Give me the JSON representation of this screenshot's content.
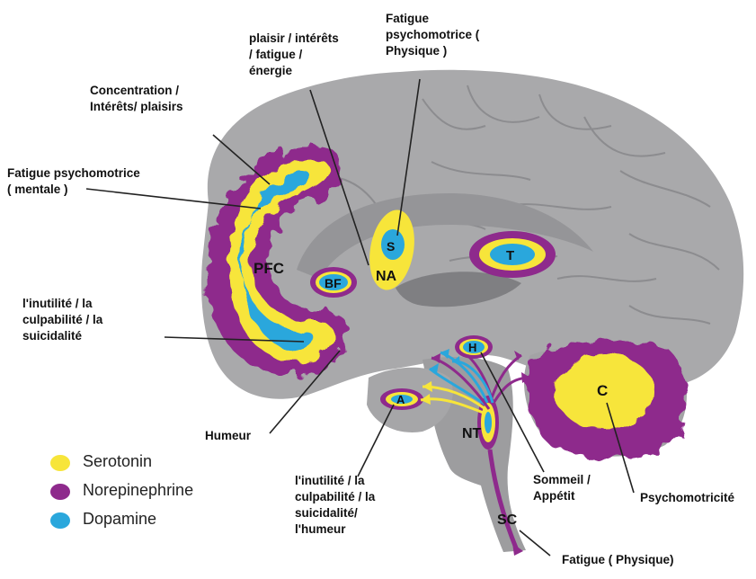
{
  "colors": {
    "serotonin": "#f7e53a",
    "norepinephrine": "#8e2a8c",
    "dopamine": "#2aa7dc",
    "brain": "#a7a7a9",
    "brain_dark": "#8f8f92",
    "white": "#ffffff"
  },
  "legend": {
    "serotonin": "Serotonin",
    "norepinephrine": "Norepinephrine",
    "dopamine": "Dopamine"
  },
  "regions": {
    "pfc": "PFC",
    "bf": "BF",
    "s": "S",
    "na": "NA",
    "t": "T",
    "h": "H",
    "a": "A",
    "nt": "NT",
    "c": "C",
    "sc": "SC"
  },
  "labels": {
    "concentration": "Concentration /\nIntérêts/ plaisirs",
    "plaisir": "plaisir / intérêts\n/ fatigue /\nénergie",
    "fatigue_physique_top": "Fatigue\npsychomotrice (\nPhysique )",
    "fatigue_mentale": "Fatigue psychomotrice\n( mentale )",
    "inutilite_left": "l'inutilité / la\nculpabilité / la\nsuicidalité",
    "humeur": "Humeur",
    "inutilite_bottom": "l'inutilité / la\nculpabilité / la\nsuicidalité/\nl'humeur",
    "sommeil": "Sommeil /\nAppétit",
    "psychomotricite": "Psychomotricité",
    "fatigue_physique_bottom": "Fatigue ( Physique)"
  }
}
